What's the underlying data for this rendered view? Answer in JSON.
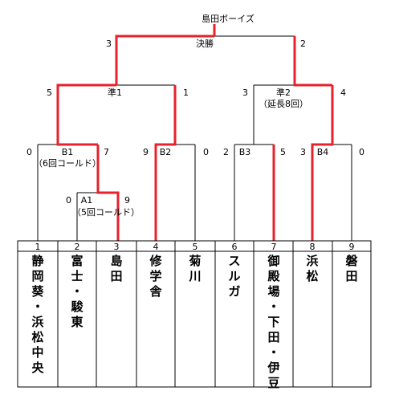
{
  "champion": "島田ボーイズ",
  "rounds": {
    "final": {
      "label": "決勝",
      "score_left": "3",
      "score_right": "2"
    },
    "sf1": {
      "label": "準1",
      "score_left": "5",
      "score_right": "1"
    },
    "sf2": {
      "label": "準2",
      "note": "（延長8回）",
      "score_left": "3",
      "score_right": "4"
    },
    "b1": {
      "label": "B1",
      "note": "（6回コールド）",
      "score_left": "0",
      "score_right": "7"
    },
    "b2": {
      "label": "B2",
      "score_left": "9",
      "score_right": "0"
    },
    "b3": {
      "label": "B3",
      "score_left": "2",
      "score_right": "5"
    },
    "b4": {
      "label": "B4",
      "score_left": "3",
      "score_right": "0"
    },
    "a1": {
      "label": "A1",
      "note": "（5回コールド）",
      "score_left": "0",
      "score_right": "9"
    }
  },
  "teams": [
    {
      "seed": "1",
      "name": "静岡葵・浜松中央"
    },
    {
      "seed": "2",
      "name": "富士・駿東"
    },
    {
      "seed": "3",
      "name": "島田"
    },
    {
      "seed": "4",
      "name": "修学舎"
    },
    {
      "seed": "5",
      "name": "菊川"
    },
    {
      "seed": "6",
      "name": "スルガ"
    },
    {
      "seed": "7",
      "name": "御殿場・下田・伊豆"
    },
    {
      "seed": "8",
      "name": "浜松"
    },
    {
      "seed": "9",
      "name": "磐田"
    }
  ],
  "colors": {
    "winner_line": "#e8212b",
    "line": "#000000"
  }
}
